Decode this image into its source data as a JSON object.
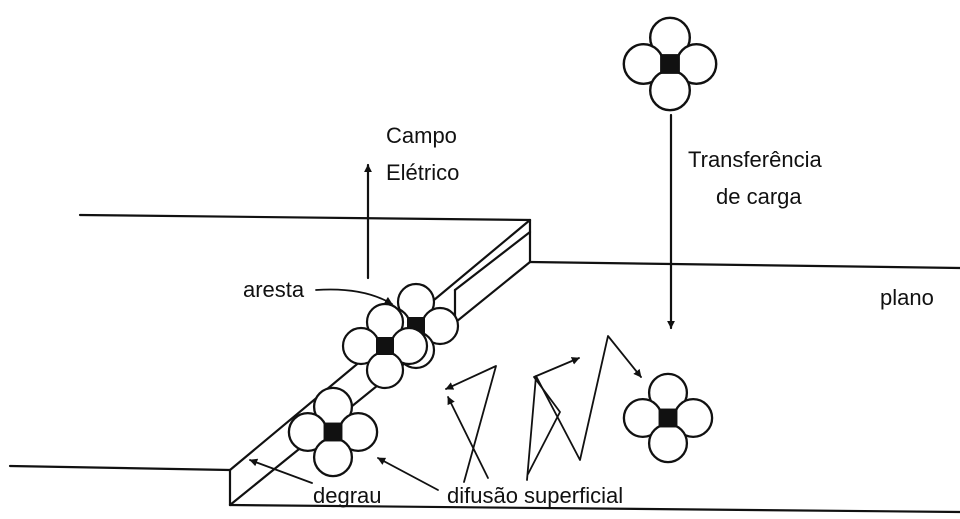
{
  "labels": {
    "field_line1": "Campo",
    "field_line2": "Elétrico",
    "charge_line1": "Transferência",
    "charge_line2": "de carga",
    "edge": "aresta",
    "plane": "plano",
    "step": "degrau",
    "diffusion": "difusão superficial"
  },
  "colors": {
    "ink": "#111111",
    "background": "#ffffff"
  }
}
